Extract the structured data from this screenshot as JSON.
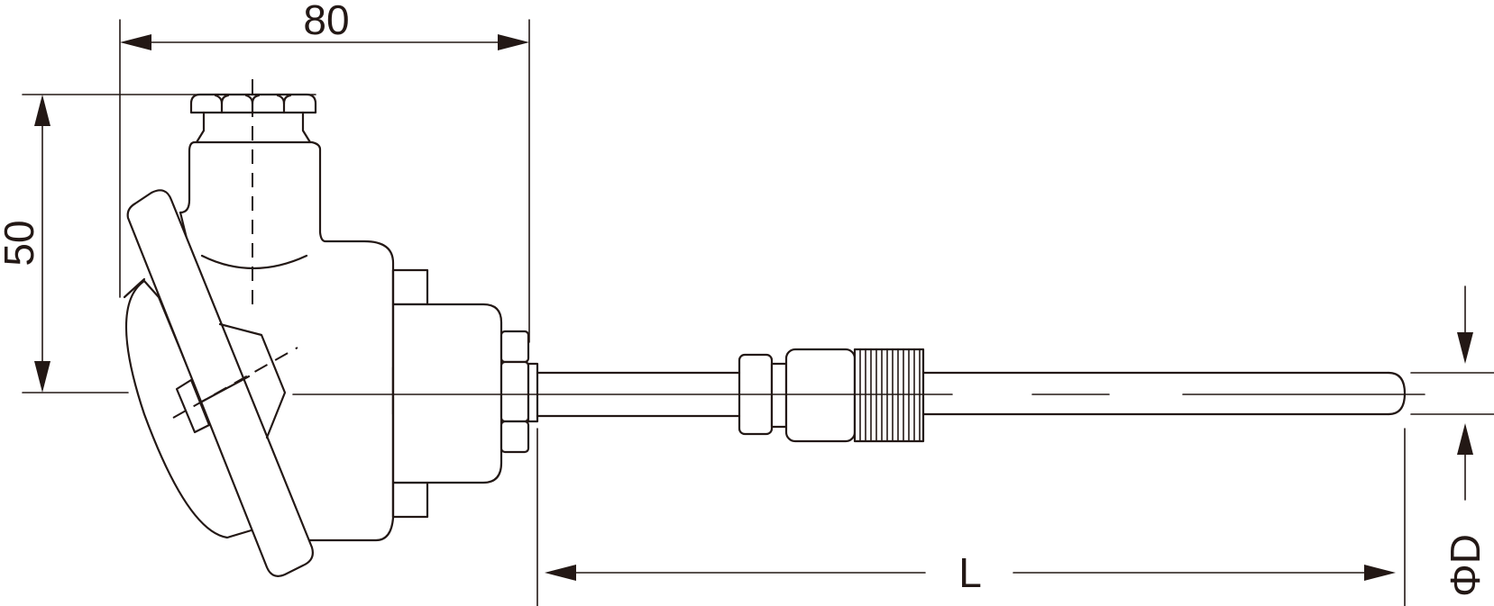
{
  "dimensions": {
    "width_label": "80",
    "height_label": "50",
    "length_label": "L",
    "diameter_label": "ΦD"
  },
  "colors": {
    "line": "#231815",
    "background": "#ffffff"
  }
}
